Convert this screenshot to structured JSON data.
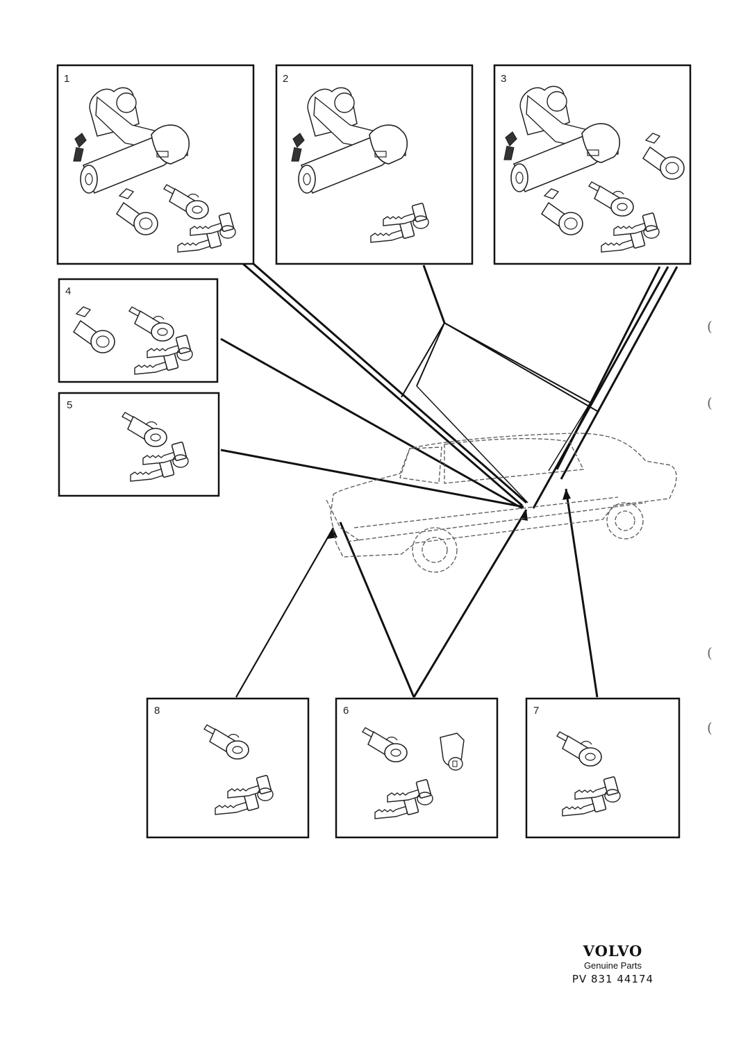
{
  "panels": [
    {
      "number": "1"
    },
    {
      "number": "2"
    },
    {
      "number": "3"
    },
    {
      "number": "4"
    },
    {
      "number": "5"
    },
    {
      "number": "8"
    },
    {
      "number": "6"
    },
    {
      "number": "7"
    }
  ],
  "brand": {
    "logo": "VOLVO",
    "subtitle": "Genuine Parts",
    "code": "PV  831  44174"
  },
  "margin_marks": [
    "(",
    "(",
    "(",
    "("
  ]
}
